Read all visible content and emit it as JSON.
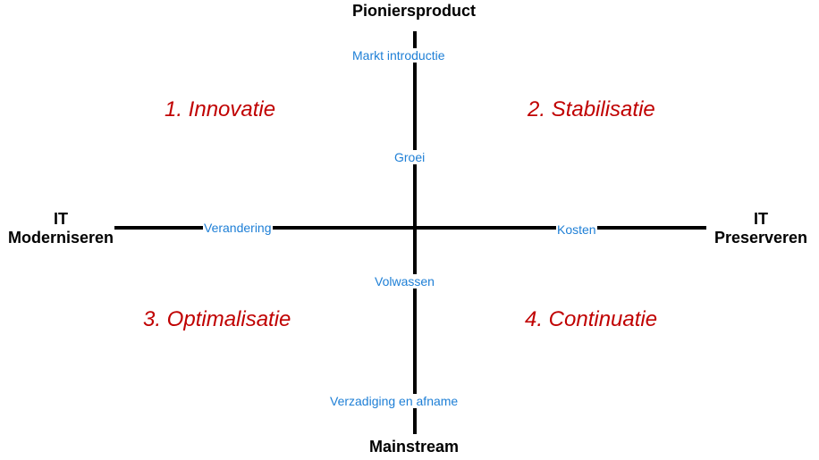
{
  "poles": {
    "top": "Pioniersproduct",
    "bottom": "Mainstream",
    "left_line1": "IT",
    "left_line2": "Moderniseren",
    "right_line1": "IT",
    "right_line2": "Preserveren"
  },
  "quadrants": {
    "q1": "1. Innovatie",
    "q2": "2. Stabilisatie",
    "q3": "3. Optimalisatie",
    "q4": "4. Continuatie"
  },
  "stages": {
    "markt": "Markt introductie",
    "groei": "Groei",
    "verandering": "Verandering",
    "kosten": "Kosten",
    "volwassen": "Volwassen",
    "verzadiging": "Verzadiging en afname"
  },
  "colors": {
    "quadrant_text": "#c00000",
    "stage_text": "#1e7fd6",
    "axis": "#000000"
  }
}
